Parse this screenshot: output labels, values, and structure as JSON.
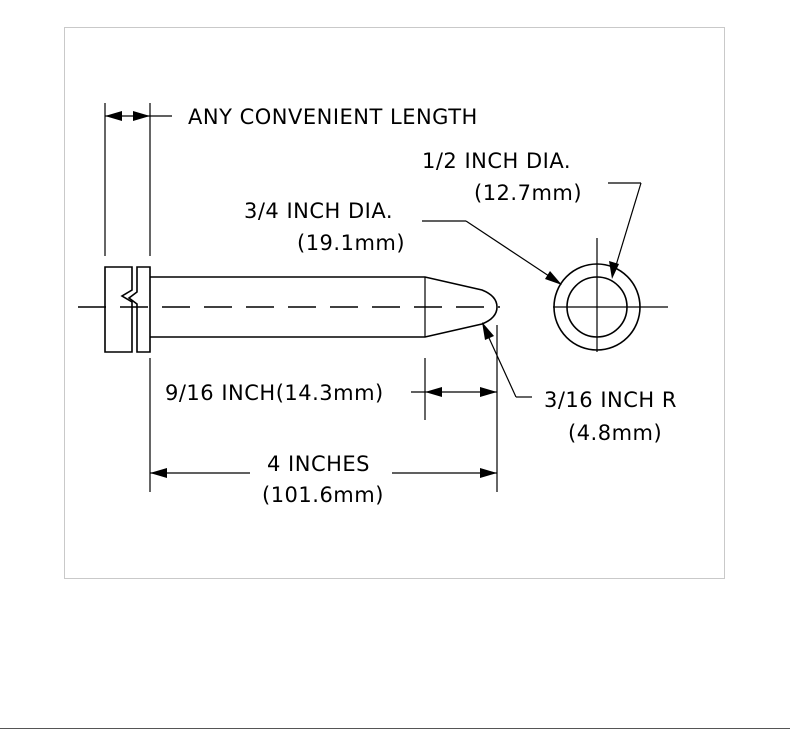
{
  "diagram": {
    "labels": {
      "length": "ANY CONVENIENT LENGTH",
      "small_dia_inch": "1/2 INCH DIA.",
      "small_dia_mm": "(12.7mm)",
      "large_dia_inch": "3/4 INCH DIA.",
      "large_dia_mm": "(19.1mm)",
      "taper_length": "9/16 INCH(14.3mm)",
      "radius_inch": "3/16 INCH R",
      "radius_mm": "(4.8mm)",
      "overall_inch": "4 INCHES",
      "overall_mm": "(101.6mm)"
    }
  }
}
